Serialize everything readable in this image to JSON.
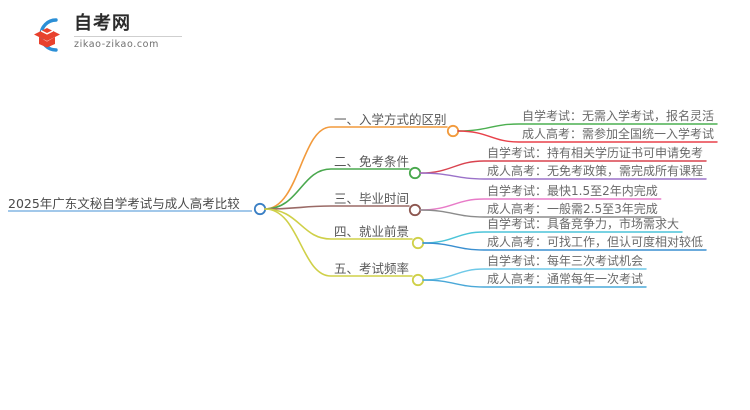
{
  "logo": {
    "name": "zikao-logo",
    "title": "自考网",
    "domain": "zikao-zikao.com",
    "mark_arc_color": "#2b8fd6",
    "mark_cap_color": "#e8412d"
  },
  "mindmap": {
    "type": "mindmap",
    "root": {
      "label": "2025年广东文秘自学考试与成人高考比较",
      "underline_color": "#6aa6dd",
      "node_color": "#3a7fc4"
    },
    "branches": [
      {
        "index": "1",
        "label": "一、入学方式的区别",
        "color": "#f29a3c",
        "node_color": "#f29a3c",
        "children": [
          {
            "label": "自学考试：无需入学考试，报名灵活",
            "color": "#4caf50"
          },
          {
            "label": "成人高考：需参加全国统一入学考试",
            "color": "#e8414a"
          }
        ]
      },
      {
        "index": "2",
        "label": "二、免考条件",
        "color": "#4aa84e",
        "node_color": "#49a84d",
        "children": [
          {
            "label": "自学考试：持有相关学历证书可申请免考",
            "color": "#d9434f"
          },
          {
            "label": "成人高考：无免考政策，需完成所有课程",
            "color": "#9b72c9"
          }
        ]
      },
      {
        "index": "3",
        "label": "三、毕业时间",
        "color": "#9a6a66",
        "node_color": "#8d5750",
        "children": [
          {
            "label": "自学考试：最快1.5至2年内完成",
            "color": "#e87bc8"
          },
          {
            "label": "成人高考：一般需2.5至3年完成",
            "color": "#8c8c8c"
          }
        ]
      },
      {
        "index": "4",
        "label": "四、就业前景",
        "color": "#cfd048",
        "node_color": "#cfd048",
        "children": [
          {
            "label": "自学考试：具备竞争力，市场需求大",
            "color": "#4bc4d8"
          },
          {
            "label": "成人高考：可找工作，但认可度相对较低",
            "color": "#3a8fd0"
          }
        ]
      },
      {
        "index": "5",
        "label": "五、考试频率",
        "color": "#cfd048",
        "node_color": "#cfd048",
        "children": [
          {
            "label": "自学考试：每年三次考试机会",
            "color": "#6fc9e8"
          },
          {
            "label": "成人高考：通常每年一次考试",
            "color": "#4aa8d8"
          }
        ]
      }
    ]
  }
}
